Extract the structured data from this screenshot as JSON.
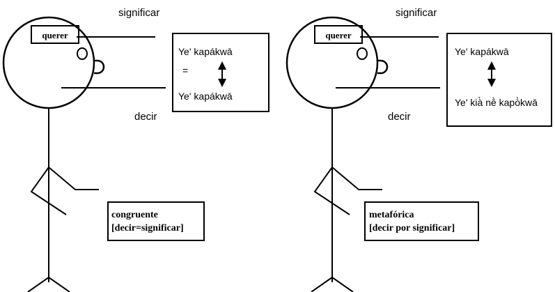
{
  "figures": [
    {
      "id": "left",
      "verb_mean": "significar",
      "verb_say": "decir",
      "head_label": "querer",
      "bubble_line_1": "Ye' kapákwā",
      "bubble_equals": "=",
      "bubble_line_2": "Ye' kapákwā",
      "box_title": "congruente",
      "box_subtitle": "[decir=significar]"
    },
    {
      "id": "right",
      "verb_mean": "significar",
      "verb_say": "decir",
      "head_label": "querer",
      "bubble_line_1": "Ye' kapákwā",
      "bubble_equals": "",
      "bubble_line_2": "Ye' kià̀ nḕ kapò̀kwā",
      "box_title": "metafórica",
      "box_subtitle": "[decir por significar]"
    }
  ],
  "colors": {
    "ink": "#000000",
    "paper": "#ffffff"
  }
}
